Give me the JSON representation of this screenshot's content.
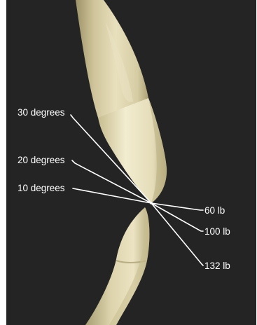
{
  "angle_labels": [
    "30 degrees",
    "20 degrees",
    "10 degrees"
  ],
  "force_labels": [
    "60 lb",
    "100 lb",
    "132 lb"
  ],
  "colors": {
    "background": "#242424",
    "tooth_enamel": "#e3dbb3",
    "tooth_shadow": "#b3a779",
    "lines": "#ffffff"
  }
}
